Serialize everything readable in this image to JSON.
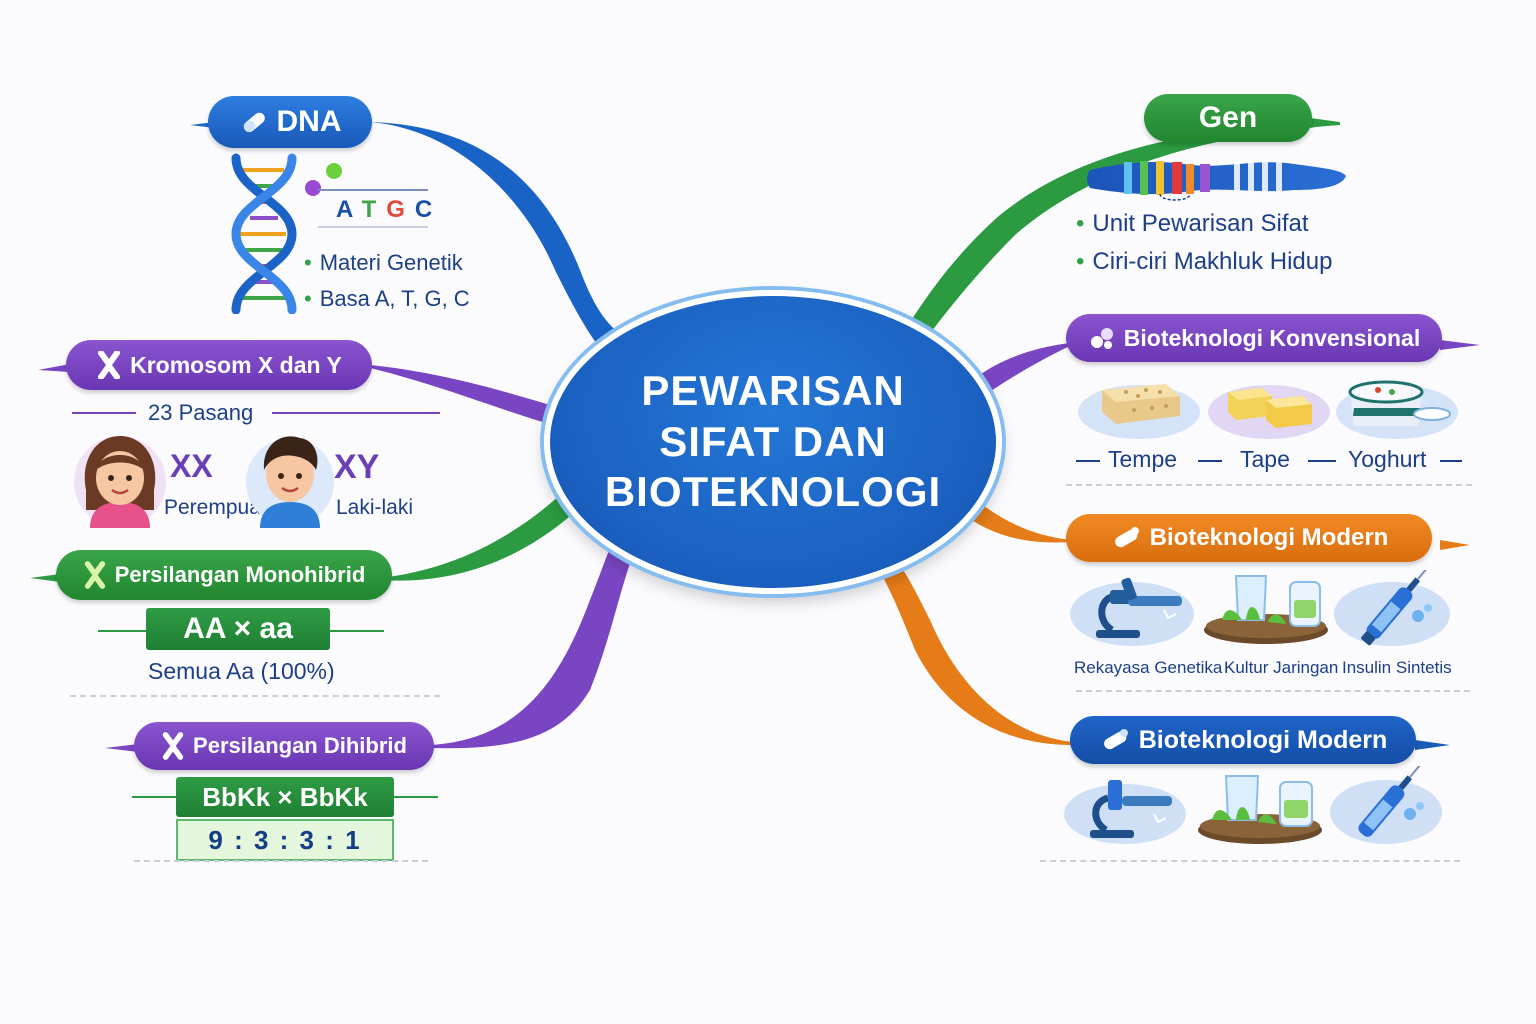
{
  "center": {
    "lines": [
      "PEWARISAN",
      "SIFAT DAN",
      "BIOTEKNOLOGI"
    ]
  },
  "dna": {
    "title": "DNA",
    "bases": [
      "A",
      "T",
      "G",
      "C"
    ],
    "bullets": [
      "Materi Genetik",
      "Basa A, T, G, C"
    ]
  },
  "kromosom": {
    "title": "Kromosom X dan Y",
    "pairs": "23 Pasang",
    "female": {
      "code": "XX",
      "label": "Perempuan"
    },
    "male": {
      "code": "XY",
      "label": "Laki-laki"
    }
  },
  "monohibrid": {
    "title": "Persilangan Monohibrid",
    "cross": "AA × aa",
    "result": "Semua Aa (100%)"
  },
  "dihibrid": {
    "title": "Persilangan Dihibrid",
    "cross": "BbKk × BbKk",
    "ratio": "9 : 3 : 3 : 1"
  },
  "gen": {
    "title": "Gen",
    "bullets": [
      "Unit Pewarisan Sifat",
      "Ciri-ciri Makhluk Hidup"
    ]
  },
  "konvensional": {
    "title": "Bioteknologi Konvensional",
    "items": [
      "Tempe",
      "Tape",
      "Yoghurt"
    ]
  },
  "modern1": {
    "title": "Bioteknologi Modern",
    "items": [
      "Rekayasa Genetika",
      "Kultur Jaringan",
      "Insulin Sintetis"
    ]
  },
  "modern2": {
    "title": "Bioteknologi Modern"
  },
  "colors": {
    "blue": "#1a63c6",
    "green": "#2c9a40",
    "purple": "#7a45c2",
    "orange": "#e57c17",
    "navy": "#1a5bb8"
  }
}
